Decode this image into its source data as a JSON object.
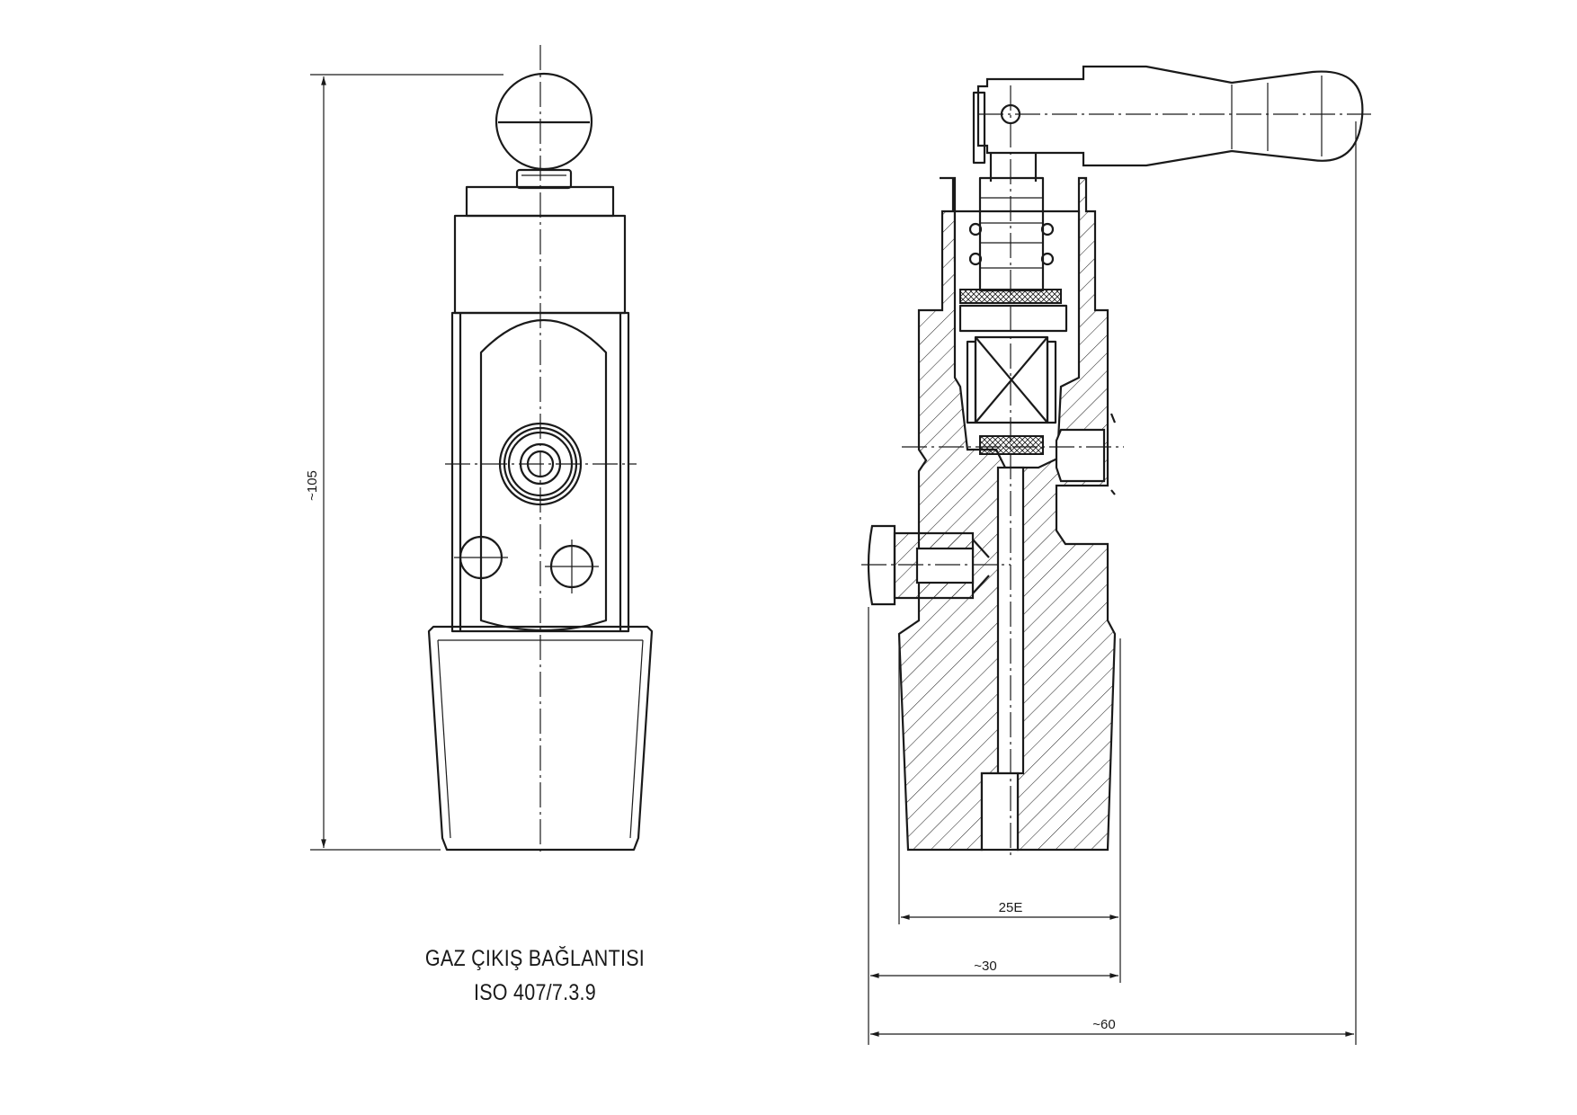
{
  "caption": {
    "line1": "GAZ ÇIKIŞ BAĞLANTISI",
    "line2": "ISO 407/7.3.9"
  },
  "dimensions": {
    "height": "~105",
    "thread": "25E",
    "width_30": "~30",
    "width_60": "~60"
  }
}
